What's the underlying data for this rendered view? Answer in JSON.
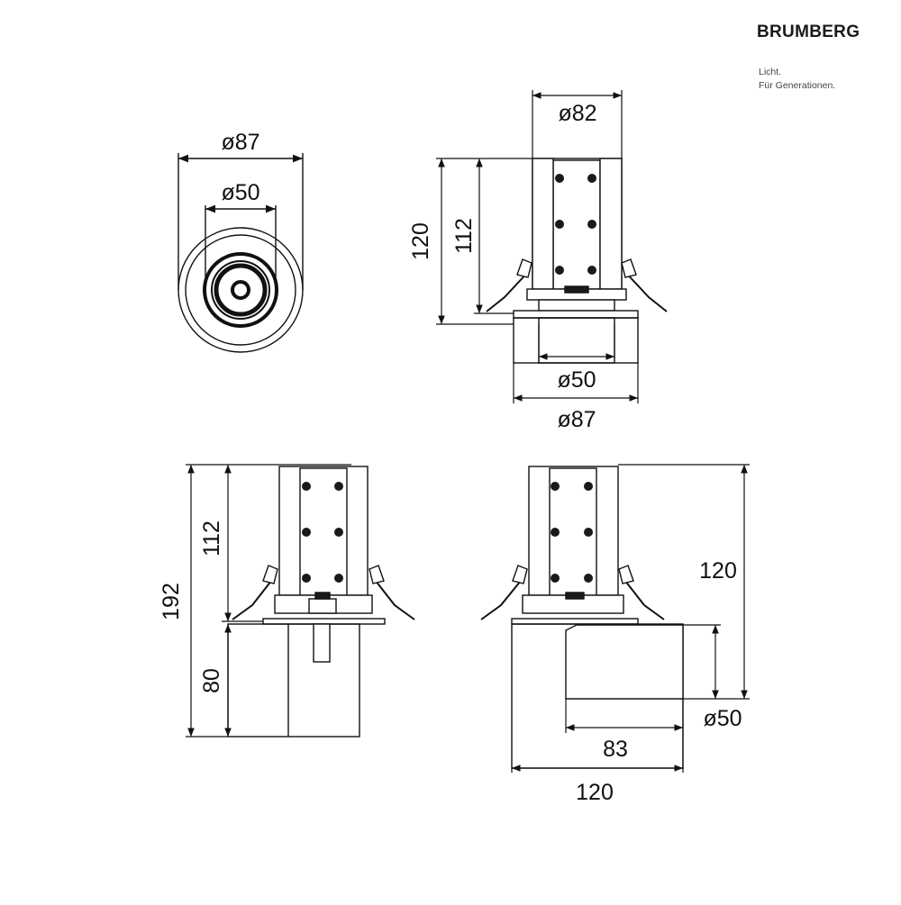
{
  "brand": {
    "name": "BRUMBERG",
    "tagline_1": "Licht.",
    "tagline_2": "Für Generationen."
  },
  "top_view": {
    "outer_diameter": "ø87",
    "inner_diameter": "ø50"
  },
  "side_view": {
    "top_diameter": "ø82",
    "total_height": "120",
    "body_height": "112",
    "lens_diameter": "ø50",
    "bottom_diameter": "ø87"
  },
  "front_view_tilted": {
    "total_height": "192",
    "upper_height": "112",
    "lower_height": "80"
  },
  "side_view_tilted": {
    "height": "120",
    "lens_diameter": "ø50",
    "lens_length": "83",
    "width": "120"
  },
  "colors": {
    "line": "#111111",
    "body_fill": "#ffffff",
    "dark_fill": "#1a1a1a"
  }
}
